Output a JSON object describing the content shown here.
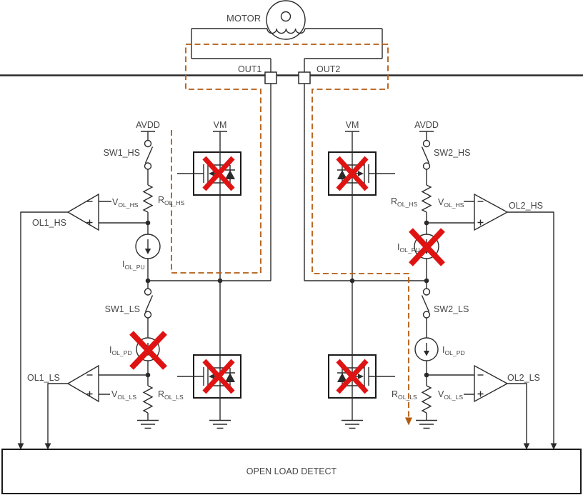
{
  "diagram": {
    "labels": {
      "motor": "MOTOR",
      "out1": "OUT1",
      "out2": "OUT2",
      "avdd": "AVDD",
      "vm": "VM",
      "sw1_hs": "SW1_HS",
      "sw1_ls": "SW1_LS",
      "sw2_hs": "SW2_HS",
      "sw2_ls": "SW2_LS",
      "ol1_hs": "OL1_HS",
      "ol1_ls": "OL1_LS",
      "ol2_hs": "OL2_HS",
      "ol2_ls": "OL2_LS",
      "comparator_minus": "-",
      "comparator_plus": "+",
      "open_load_detect": "OPEN LOAD DETECT",
      "v_ol_hs": {
        "base": "V",
        "sub": "OL_HS"
      },
      "v_ol_ls": {
        "base": "V",
        "sub": "OL_LS"
      },
      "r_ol_hs": {
        "base": "R",
        "sub": "OL_HS"
      },
      "r_ol_ls": {
        "base": "R",
        "sub": "OL_LS"
      },
      "i_ol_pu": {
        "base": "I",
        "sub": "OL_PU"
      },
      "i_ol_pd": {
        "base": "I",
        "sub": "OL_PD"
      }
    },
    "icons": {
      "motor": "motor-winding-circle",
      "switch": "spst-open-switch",
      "current_source": "circle-with-down-arrow",
      "mosfet": "nmos-with-body-diode",
      "ground": "earth-ground",
      "fault_x": "red-cross-disabled",
      "comparator": "triangle-opamp",
      "current_path": "orange-dashed-current-loop-with-arrow"
    },
    "colors": {
      "wire": "#2b2b2b",
      "text": "#454545",
      "fault_x": "#e01313",
      "current_path_dashed": "#b35a0f",
      "background": "#ffffff"
    }
  }
}
